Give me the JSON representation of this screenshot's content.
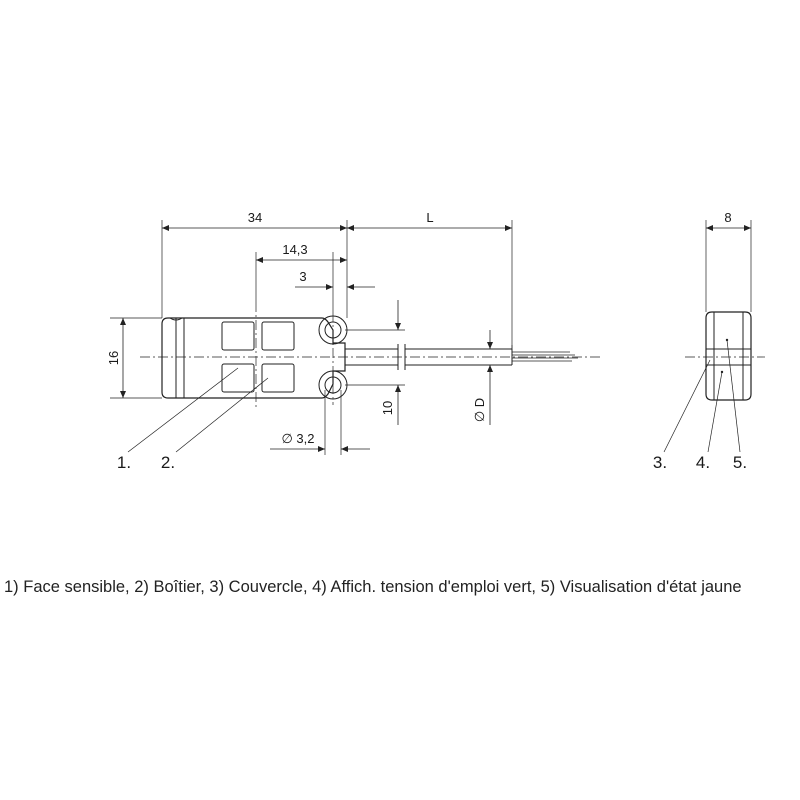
{
  "dimensions": {
    "length_34": "34",
    "cable_length": "L",
    "dim_14_3": "14,3",
    "dim_3": "3",
    "height_16": "16",
    "dim_10": "10",
    "hole_diameter": "∅ 3,2",
    "cable_diameter": "∅ D",
    "width_8": "8"
  },
  "callouts": [
    "1.",
    "2.",
    "3.",
    "4.",
    "5."
  ],
  "caption": "1) Face sensible, 2) Boîtier, 3) Couvercle, 4) Affich. tension d'emploi vert, 5) Visualisation d'état jaune"
}
